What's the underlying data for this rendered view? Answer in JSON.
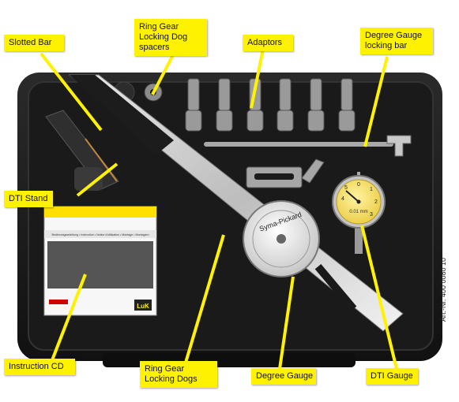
{
  "image": {
    "subject": "tool-kit-case",
    "accent_color": "#fff200",
    "case_color": "#1c1c1c"
  },
  "callouts": {
    "slotted_bar": "Slotted Bar",
    "ring_gear_spacers": "Ring Gear Locking Dog spacers",
    "adaptors": "Adaptors",
    "degree_gauge_locking_bar": "Degree Gauge locking bar",
    "dti_stand": "DTI Stand",
    "instruction_cd": "Instruction CD",
    "ring_gear_dogs": "Ring Gear Locking Dogs",
    "degree_gauge": "Degree Gauge",
    "dti_gauge": "DTI Gauge"
  },
  "article_number": "Art.-Nr. 400 0080 10",
  "dial": {
    "brand": "Syma-Pickard",
    "dti_unit": "0.01 mm",
    "dti_numbers": [
      "0",
      "1",
      "2",
      "3",
      "4",
      "5"
    ]
  },
  "cd_cover": {
    "header": "Bedienungsanleitung • Instruction • Notice d'utilisation • Montage • Montagem",
    "logo": "LuK"
  }
}
